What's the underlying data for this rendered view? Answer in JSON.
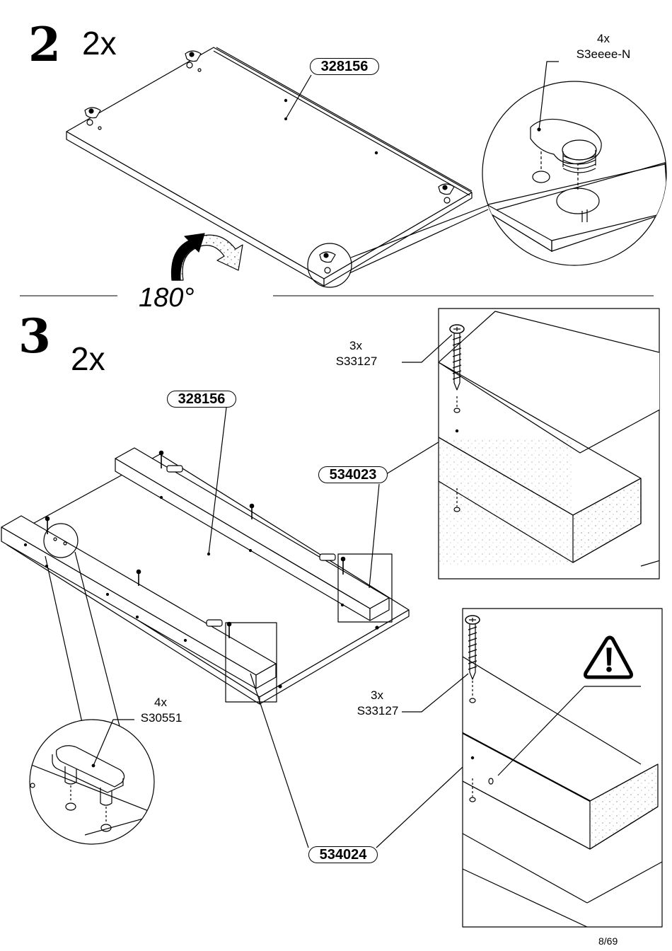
{
  "step2": {
    "number": "2",
    "multiplier": "2x",
    "panel_part": "328156",
    "hardware_qty": "4x",
    "hardware_code": "S3eeee-N",
    "rotation": "180°"
  },
  "step3": {
    "number": "3",
    "multiplier": "2x",
    "panel_part": "328156",
    "rail_back_part": "534023",
    "rail_front_part": "534024",
    "screw_top_qty": "3x",
    "screw_top_code": "S33127",
    "screw_bottom_qty": "3x",
    "screw_bottom_code": "S33127",
    "dowel_qty": "4x",
    "dowel_code": "S30551"
  },
  "footer": {
    "page_number": "8/69"
  }
}
